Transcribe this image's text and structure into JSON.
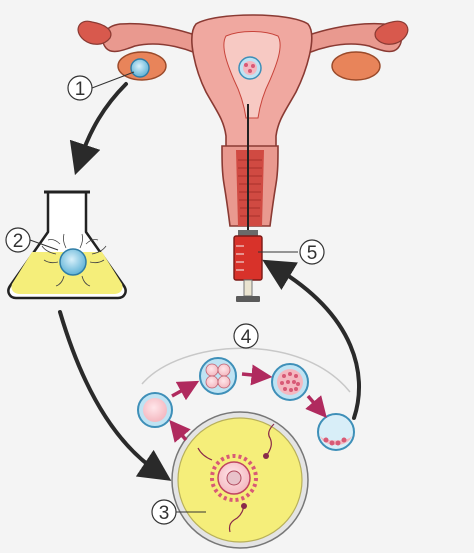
{
  "markers": [
    {
      "id": "1",
      "label": "1"
    },
    {
      "id": "2",
      "label": "2"
    },
    {
      "id": "3",
      "label": "3"
    },
    {
      "id": "4",
      "label": "4"
    },
    {
      "id": "5",
      "label": "5"
    }
  ],
  "colors": {
    "background": "#f4f4f4",
    "uterus_pink": "#f0a8a0",
    "uterus_dark": "#c8443b",
    "ovary_orange": "#e8845a",
    "egg_blue": "#7ec4e0",
    "flask_liquid": "#f5ee7a",
    "embryo_arrow": "#b02a5e",
    "process_arrow": "#2a2a2a",
    "syringe_red": "#d8322a"
  }
}
